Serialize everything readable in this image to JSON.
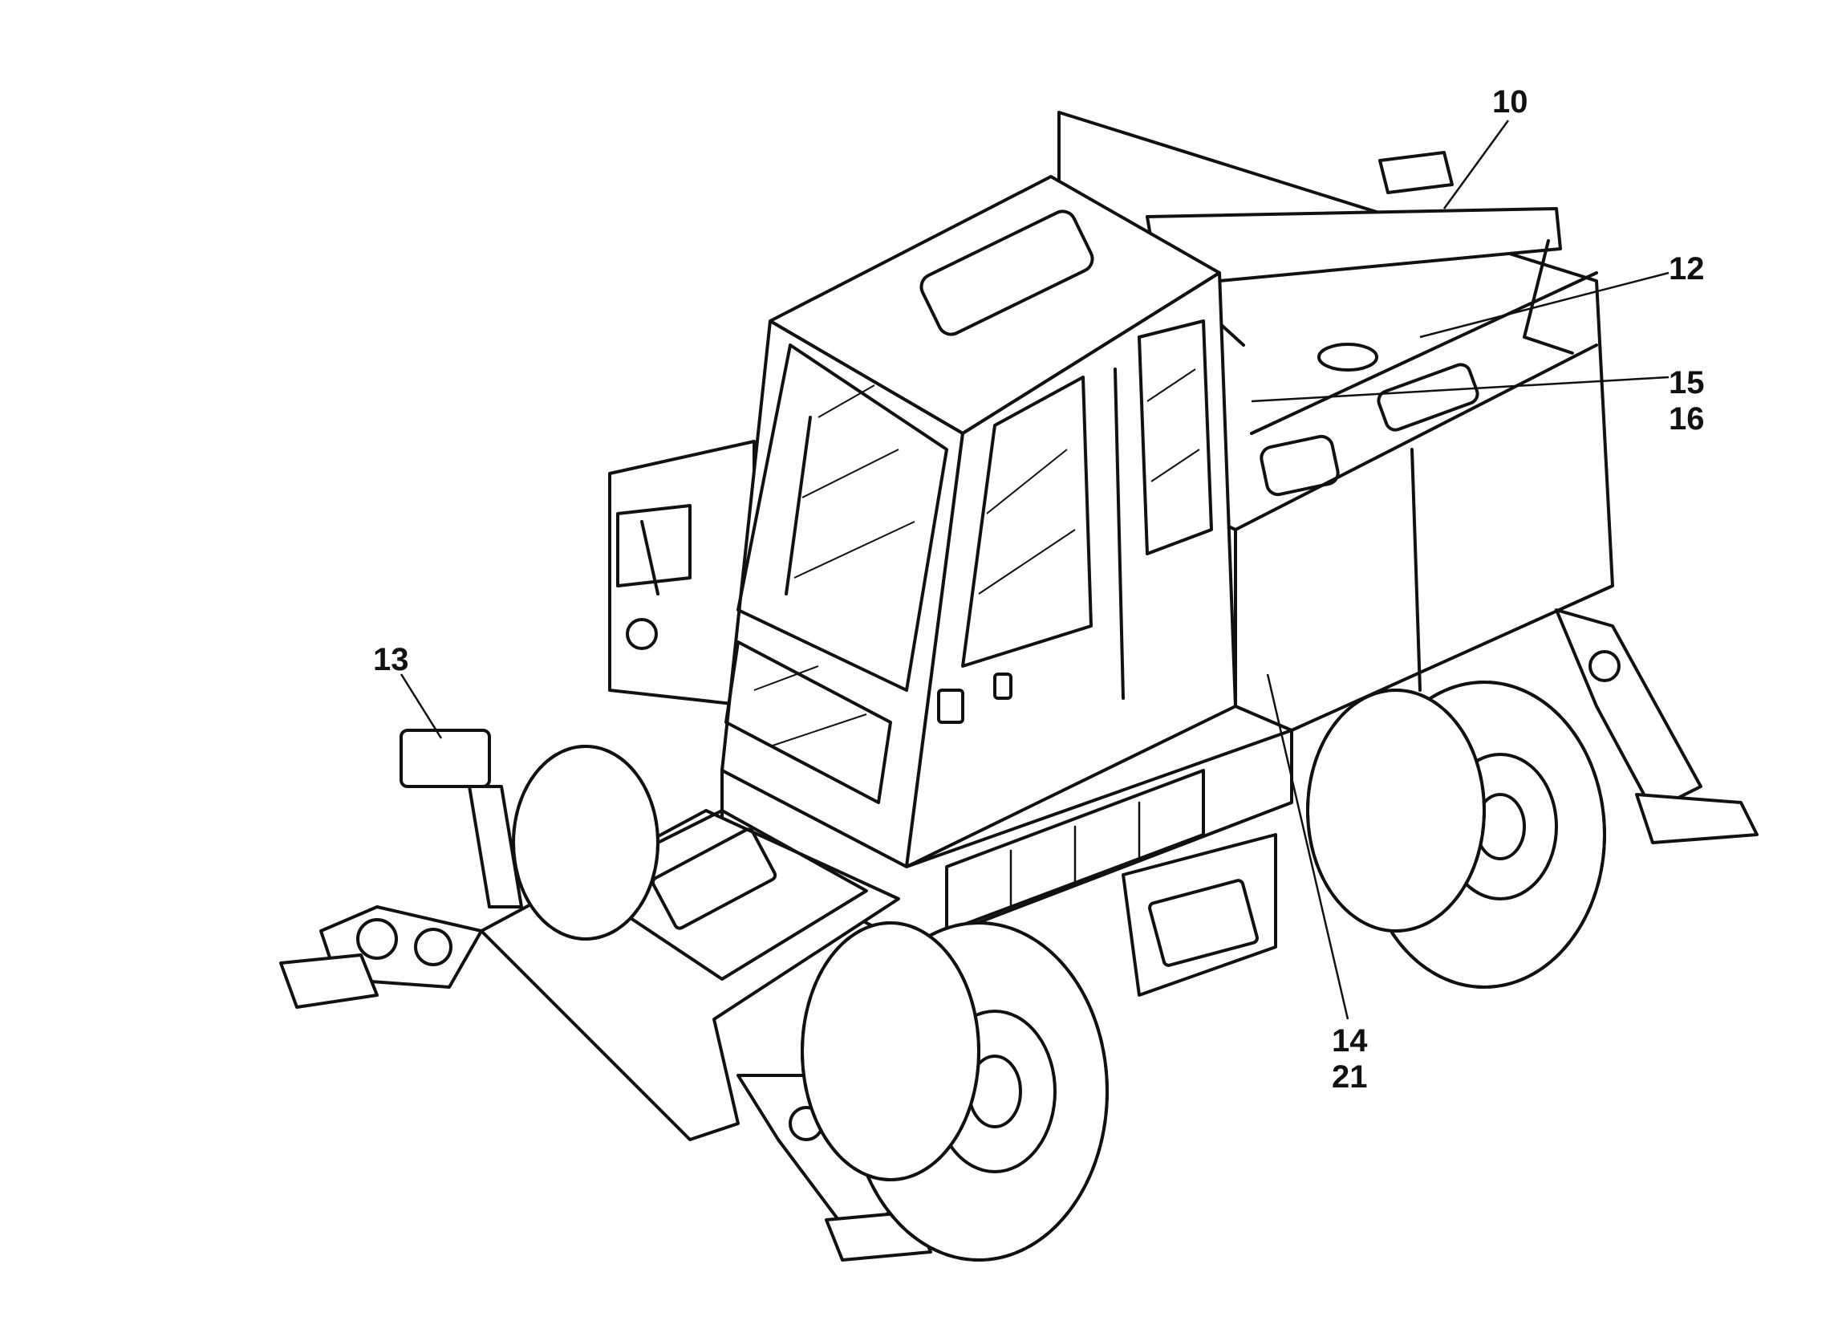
{
  "diagram": {
    "callouts": [
      {
        "id": "10",
        "label": "10"
      },
      {
        "id": "12",
        "label": "12"
      },
      {
        "id": "15",
        "label": "15"
      },
      {
        "id": "16",
        "label": "16"
      },
      {
        "id": "13",
        "label": "13"
      },
      {
        "id": "14",
        "label": "14"
      },
      {
        "id": "21",
        "label": "21"
      }
    ],
    "colors": {
      "ink": "#111111",
      "paper": "#ffffff"
    }
  }
}
